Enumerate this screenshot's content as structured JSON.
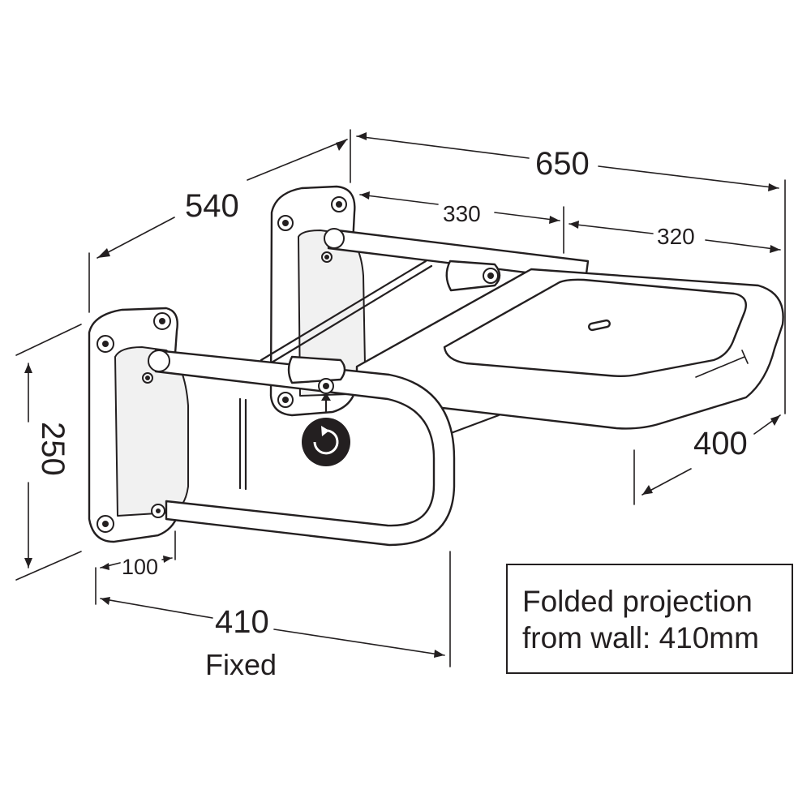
{
  "dimensions": {
    "depth_total": "540",
    "width_total": "650",
    "width_left": "330",
    "width_right": "320",
    "seat_depth": "400",
    "height": "250",
    "plate_offset": "100",
    "fixed_projection": "410",
    "fixed_label": "Fixed"
  },
  "note": {
    "line1": "Folded projection",
    "line2": "from wall: 410mm"
  },
  "icons": {
    "rotation": "rotate-arrow-icon"
  },
  "colors": {
    "ink": "#231f20",
    "paper": "#ffffff"
  }
}
